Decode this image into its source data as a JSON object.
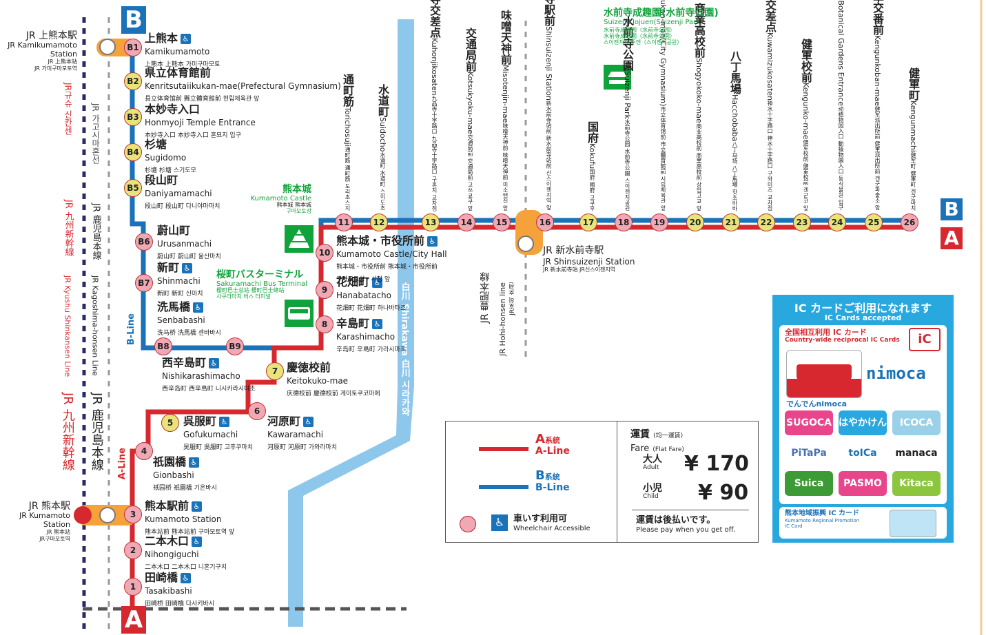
{
  "colors": {
    "a_line": "#d7282f",
    "b_line": "#1a72b9",
    "river": "#8ec7ec",
    "jr_orange": "#f5a23a",
    "stop_pink": "#f0a8b5",
    "stop_yellow": "#e8e47a",
    "green": "#11a33b"
  },
  "badges": {
    "a": "A",
    "b": "B"
  },
  "jr_lines": {
    "kagoshima_vertical": "JR 鹿児島本線",
    "kagoshima_en": "JR Kagoshima-honsen Line",
    "kagoshima_ko": "JR 가고시마혼선",
    "shinkansen_vertical": "JR 九州新幹線",
    "shinkansen_en": "JR Kyushu Shinkansen Line",
    "shinkansen_ko": "JR규슈 신칸센",
    "hohi_vertical": "JR 豊肥本線",
    "hohi_en": "JR Hohi-honsen line",
    "hohi_ko": "JR호히 혼센"
  },
  "jr_stations": {
    "kamikumamoto": {
      "jp": "JR 上熊本駅",
      "en1": "JR Kamikumamoto",
      "en2": "Station",
      "sub1": "JR 上熊本站",
      "sub2": "JR 가미구마모토역"
    },
    "kumamoto": {
      "jp": "JR 熊本駅",
      "en1": "JR Kumamoto",
      "en2": "Station",
      "sub1": "JR 熊本站",
      "sub2": "JR구마모토역"
    },
    "shinsuizenji": {
      "jp": "JR 新水前寺駅",
      "en": "JR Shinsuizenji Station",
      "sub": "JR 新水前寺站 JR신스이젠지역"
    }
  },
  "river": {
    "name": "白川 Shirakawa 白川 시라카와"
  },
  "line_labels": {
    "a": "A-Line",
    "b": "B-Line"
  },
  "b_stations": [
    {
      "code": "B1",
      "jp": "上熊本",
      "en": "Kamikumamoto",
      "sub": "上熊本 上熊本 가미구마모토"
    },
    {
      "code": "B2",
      "jp": "県立体育館前",
      "en": "Kenritsutaiikukan-mae(Prefectural Gymnasium)",
      "sub": "县立体育馆前 縣立體育館前 현립체육관 앞"
    },
    {
      "code": "B3",
      "jp": "本妙寺入口",
      "en": "Honmyoji Temple Entrance",
      "sub": "本妙寺入口 本妙寺入口 혼묘지 입구"
    },
    {
      "code": "B4",
      "jp": "杉塘",
      "en": "Sugidomo",
      "sub": "杉塘 杉塘 스기도모"
    },
    {
      "code": "B5",
      "jp": "段山町",
      "en": "Daniyamamachi",
      "sub": "段山町 段山町 다니야마마치"
    },
    {
      "code": "B6",
      "jp": "蔚山町",
      "en": "Urusanmachi",
      "sub": "蔚山町 蔚山町 울산마치"
    },
    {
      "code": "B7",
      "jp": "新町",
      "en": "Shinmachi",
      "sub": "新町 新町 신마치"
    },
    {
      "code": "",
      "jp": "洗馬橋",
      "en": "Senbabashi",
      "sub": "洗马桥 洗馬橋 센바바시"
    },
    {
      "code": "B8",
      "jp": "",
      "en": "",
      "sub": ""
    },
    {
      "code": "B9",
      "jp": "",
      "en": "",
      "sub": ""
    }
  ],
  "a_stations_lower": [
    {
      "code": "1",
      "jp": "田崎橋",
      "en": "Tasakibashi",
      "sub": "田崎桥 田崎橋 다사키바시"
    },
    {
      "code": "2",
      "jp": "二本木口",
      "en": "Nihongiguchi",
      "sub": "二本木口 二本木口 니혼기구치"
    },
    {
      "code": "3",
      "jp": "熊本駅前",
      "en": "Kumamoto Station",
      "sub": "熊本站前 熊本站前 구마모토역 앞"
    },
    {
      "code": "4",
      "jp": "祇園橋",
      "en": "Gionbashi",
      "sub": "祇园桥 祇園橋 기온바시"
    },
    {
      "code": "5",
      "jp": "呉服町",
      "en": "Gofukumachi",
      "sub": "吴服町 吳服町 고후쿠마치"
    },
    {
      "code": "6",
      "jp": "河原町",
      "en": "Kawaramachi",
      "sub": "河原町 河原町 가와라마치"
    },
    {
      "code": "7",
      "jp": "慶徳校前",
      "en": "Keitokuko-mae",
      "sub": "庆德校前 慶德校前 게이토쿠코마에"
    },
    {
      "code": "",
      "jp": "西辛島町",
      "en": "Nishikarashimacho",
      "sub": "西辛岛町 西辛島町 니시카라시마초"
    },
    {
      "code": "8",
      "jp": "辛島町",
      "en": "Karashimacho",
      "sub": "辛岛町 辛島町 가라시마초"
    },
    {
      "code": "9",
      "jp": "花畑町",
      "en": "Hanabatacho",
      "sub": "花畑町 花畑町 하나바타초"
    },
    {
      "code": "10",
      "jp": "熊本城・市役所前",
      "en": "Kumamoto Castle/City Hall",
      "sub": "熊本城・市役所前 熊本城・市役所前",
      "sub2": "구마모토성・시청 앞"
    }
  ],
  "main_stations": [
    {
      "code": "11",
      "jp": "通町筋",
      "en": "Torichosuji",
      "sub": "通町筋 通町筋 도리초스지"
    },
    {
      "code": "12",
      "jp": "水道町",
      "en": "Suidocho",
      "sub": "水道町 水道町 스이도초"
    },
    {
      "code": "13",
      "jp": "九品寺交差点",
      "en": "Kuhonjikosaten",
      "sub": "九品寺十字路口 九品寺十字路口 구혼지 교차점"
    },
    {
      "code": "14",
      "jp": "交通局前",
      "en": "Kotsukyoku-mae",
      "sub": "交通局前 交通局前 고쓰쿄쿠 앞"
    },
    {
      "code": "15",
      "jp": "味噌天神前",
      "en": "Misotenjin-mae",
      "sub": "味噌天神前 味噌天神前 미소텐진 앞"
    },
    {
      "code": "16",
      "jp": "新水前寺駅前",
      "en": "Shinsuizenji Station",
      "sub": "新水前寺站前 新水前寺站前 신스이젠지역 앞"
    },
    {
      "code": "17",
      "jp": "国府",
      "en": "Kokufu",
      "sub": "国府 國府 고쿠후"
    },
    {
      "code": "18",
      "jp": "水前寺公園",
      "en": "Suizenji Park",
      "sub": "水前寺公园 水前寺公園 스이젠지공원"
    },
    {
      "code": "19",
      "jp": "市立体育館前",
      "en": "Shiritsutaiikukan-mae(City Gymnasium)",
      "sub": "市立体育馆前 市立體育館前 시립체육관 앞"
    },
    {
      "code": "20",
      "jp": "商業高校前",
      "en": "Shogyokoko-mae",
      "sub": "商业高校前 商業高校前 상업고교 앞"
    },
    {
      "code": "21",
      "jp": "八丁馬場",
      "en": "Hacchobaba",
      "sub": "八丁马场 八丁馬場 핫초바바"
    },
    {
      "code": "22",
      "jp": "神水交差点",
      "en": "Kuwamizukosaten",
      "sub": "神水十字路口 神水十字路口 구와미즈 교차점"
    },
    {
      "code": "23",
      "jp": "健軍校前",
      "en": "Kengunko-mae",
      "sub": "健军校前 健軍校前 겐군코 앞"
    },
    {
      "code": "24",
      "jp": "動植物園入口",
      "en": "Zoological and Botanical Gardens Entrance",
      "sub": "动植物园入口 動植物園入口 동식물원 입구"
    },
    {
      "code": "25",
      "jp": "健軍交番前",
      "en": "Kengunkoban-mae",
      "sub": "健军派出所前 健軍派出所前 겐군파출소 앞"
    },
    {
      "code": "26",
      "jp": "健軍町",
      "en": "Kengunmachi",
      "sub": "健军町 健軍町 겐군마치"
    }
  ],
  "landmarks": {
    "castle": {
      "jp": "熊本城",
      "en": "Kumamoto Castle",
      "sub": "熊本城 熊本城",
      "sub2": "구마모토성"
    },
    "bus_terminal": {
      "jp": "桜町バスターミナル",
      "en": "Sakuramachi Bus Terminal",
      "sub": "樱町巴士总站 櫻町巴士總站",
      "sub2": "사쿠라마치 버스 터미널"
    },
    "suizenji": {
      "jp": "水前寺成趣園(水前寺公園)",
      "en": "Suizenji Jojuen(Suizenji Park)",
      "sub1": "水前寺成趣园（水前寺公园）",
      "sub2": "水前寺成趣園（水前寺公園）",
      "sub3": "스이젠지 조주엔（스이젠지공원）"
    }
  },
  "legend": {
    "a_jp": "A",
    "a_jp_small": "系統",
    "a_en": "A-Line",
    "b_jp": "B",
    "b_jp_small": "系統",
    "b_en": "B-Line",
    "wheelchair_jp": "車いす利用可",
    "wheelchair_en": "Wheelchair Accessible",
    "fare_title_jp": "運賃",
    "fare_title_jp_note": "(均一運賃)",
    "fare_title_en": "Fare",
    "fare_title_en_note": "(Flat Fare)",
    "adult_jp": "大人",
    "adult_en": "Adult",
    "adult_price": "¥ 170",
    "child_jp": "小児",
    "child_en": "Child",
    "child_price": "¥ 90",
    "pay_note_jp": "運賃は後払いです。",
    "pay_note_en": "Please pay when you get off."
  },
  "ic_panel": {
    "title_jp": "IC カードご利用になれます",
    "title_en": "IC Cards accepted",
    "nationwide_jp": "全国相互利用 IC カード",
    "nationwide_en": "Country-wide reciprocal IC Cards",
    "denden_caption": "でんでんnimoca",
    "nimoca": "nimoca",
    "cards": [
      "SUGOCA",
      "はやかけん",
      "ICOCA",
      "PiTaPa",
      "toICa",
      "manaca",
      "Suica",
      "PASMO",
      "Kitaca"
    ],
    "regional_jp": "熊本地域振興 IC カード",
    "regional_en1": "Kumamoto Regional Promotion",
    "regional_en2": "IC Card"
  }
}
